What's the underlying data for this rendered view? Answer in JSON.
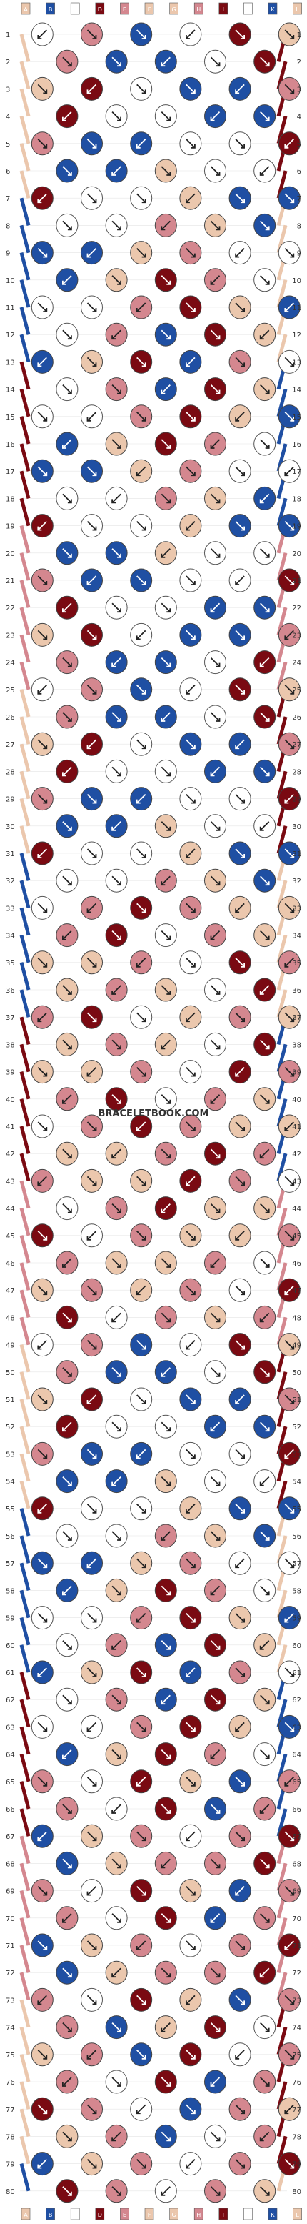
{
  "watermark": "BRACELETBOOK.COM",
  "rows": [
    "1",
    "2",
    "3",
    "4",
    "5",
    "6",
    "7",
    "8",
    "9",
    "10",
    "11",
    "12",
    "13",
    "14",
    "15",
    "16",
    "17",
    "18",
    "19",
    "20",
    "21",
    "22",
    "23",
    "24",
    "25",
    "26",
    "27",
    "28",
    "29",
    "30",
    "31",
    "32",
    "33",
    "34",
    "35",
    "36",
    "37",
    "38",
    "39",
    "40",
    "41",
    "42",
    "43",
    "44",
    "45",
    "46",
    "47",
    "48",
    "49",
    "50",
    "51",
    "52",
    "53",
    "54",
    "55",
    "56",
    "57",
    "58",
    "59",
    "60",
    "61",
    "62",
    "63",
    "64",
    "65",
    "66",
    "67",
    "68",
    "69",
    "70",
    "71",
    "72",
    "73",
    "74",
    "75",
    "76",
    "77",
    "78",
    "79",
    "80"
  ],
  "strands_top": [
    "A",
    "B",
    "C",
    "D",
    "E",
    "F",
    "G",
    "H",
    "I",
    "J",
    "K",
    "L"
  ],
  "strands_bottom": [
    "A",
    "B",
    "C",
    "D",
    "E",
    "F",
    "G",
    "H",
    "I",
    "J",
    "K",
    "L"
  ],
  "colors": {
    "white": "#ffffff",
    "darkred": "#7a0a12",
    "blue": "#1f4fa3",
    "pink": "#d4878f",
    "peach": "#ebc7ad"
  },
  "strand_colors": [
    "peach",
    "blue",
    "white",
    "darkred",
    "pink",
    "peach",
    "peach",
    "pink",
    "darkred",
    "white",
    "blue",
    "peach"
  ]
}
